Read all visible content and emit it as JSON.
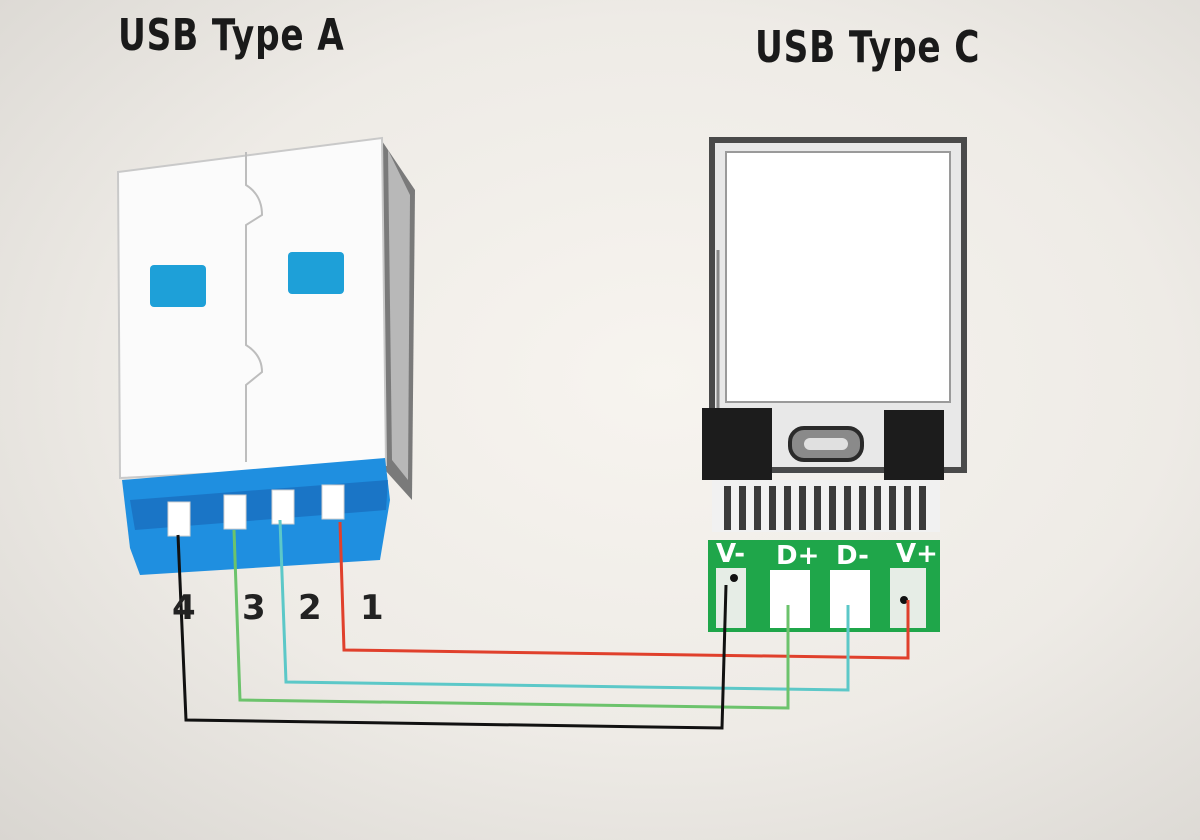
{
  "titles": {
    "left": "USB Type A",
    "right": "USB Type C"
  },
  "usb_a": {
    "pin_numbers": [
      "4",
      "3",
      "2",
      "1"
    ]
  },
  "usb_c": {
    "pad_labels": [
      "V-",
      "D+",
      "D-",
      "V+"
    ]
  },
  "colors": {
    "wire_v_minus": "#111111",
    "wire_d_plus": "#6cc36c",
    "wire_d_minus": "#5cc8c8",
    "wire_v_plus": "#e0402c",
    "usb_a_insert": "#1f8fe0",
    "usb_a_insert_dark": "#1560b0",
    "usb_a_slot": "#1ea0d8",
    "pcb_green": "#1fa64a",
    "connector_black": "#1c1c1c"
  }
}
